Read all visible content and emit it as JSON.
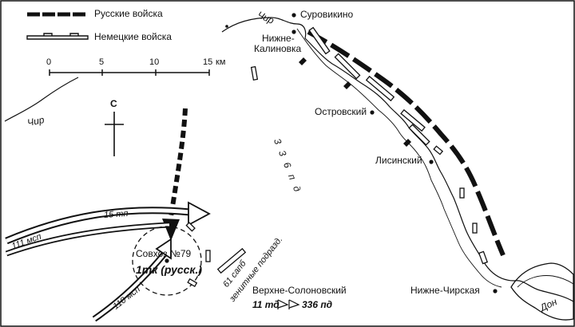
{
  "legend": {
    "russian_label": "Русские войска",
    "german_label": "Немецкие войска"
  },
  "scale": {
    "ticks": [
      "0",
      "5",
      "10",
      "15"
    ],
    "unit": "км"
  },
  "compass": {
    "north_label": "С"
  },
  "rivers": {
    "chir_west": "Чир",
    "chir_north": "Чир",
    "don": "Дон"
  },
  "places": {
    "surovikino": "Суровикино",
    "nizhne_kalinovka_1": "Нижне-",
    "nizhne_kalinovka_2": "Калиновка",
    "ostrovsky": "Островский",
    "lisinsky": "Лисинский",
    "nizhne_chirskaya": "Нижне-Чирская",
    "sovkhoz_79": "Совхоз №79",
    "verkhne_solonovsky": "Верхне-Солоновский"
  },
  "units": {
    "tank_corps": "1тк (русск.)",
    "div_336_vertical": "3 3 6  п д",
    "tp_15": "15 тп",
    "msp_111": "111 мсп",
    "msp_110": "110 мсп",
    "sapb_61": "61 сапб",
    "aa_units": "зенитные подразд.",
    "td_11": "11 тд",
    "pd_336": "336 пд"
  },
  "colors": {
    "ink": "#111111",
    "paper": "#ffffff"
  }
}
